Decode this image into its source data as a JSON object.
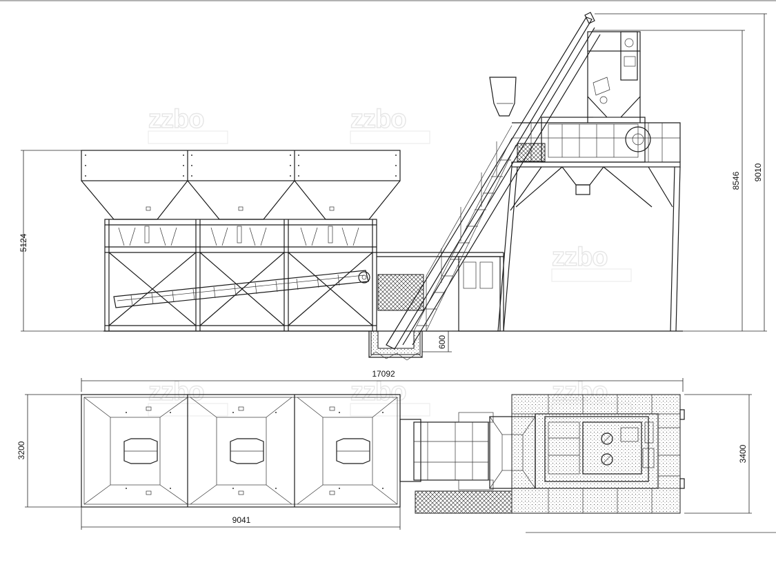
{
  "watermark": {
    "text": "zzbo"
  },
  "dimensions": {
    "hopper_height": "5124",
    "mixer_height": "8546",
    "total_height": "9010",
    "pit_depth": "600",
    "total_length": "17092",
    "hopper_width": "3200",
    "hopper_length": "9041",
    "plant_width": "3400"
  },
  "colors": {
    "line": "#1a1a1a",
    "background": "#ffffff",
    "watermark": "#e6e6e6"
  }
}
